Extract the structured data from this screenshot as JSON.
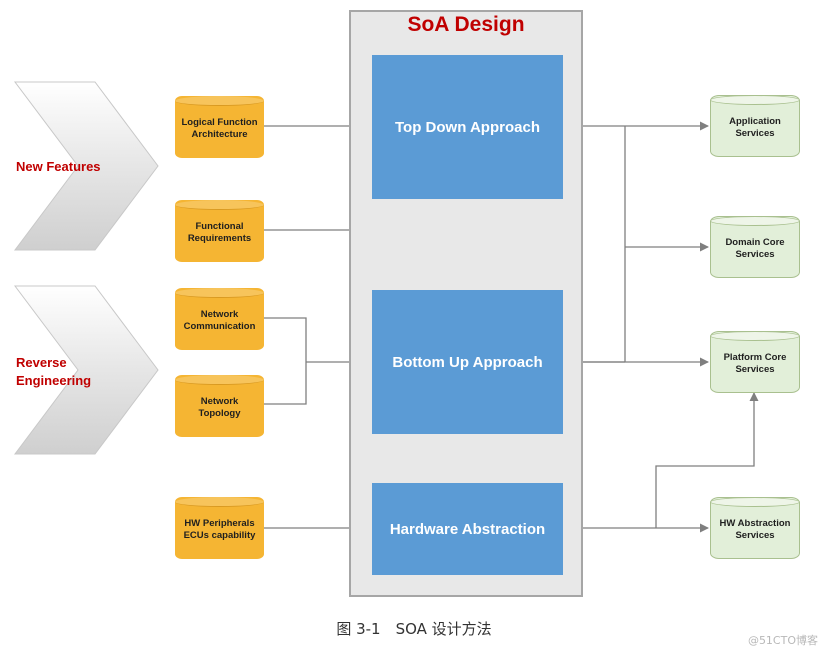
{
  "panel": {
    "title": "SoA Design"
  },
  "approaches": {
    "top_down": "Top Down Approach",
    "bottom_up": "Bottom Up Approach",
    "hardware": "Hardware Abstraction"
  },
  "chevrons": {
    "new_features": "New Features",
    "reverse_line1": "Reverse",
    "reverse_line2": "Engineering"
  },
  "inputs": {
    "logical_l1": "Logical Function",
    "logical_l2": "Architecture",
    "functional_l1": "Functional",
    "functional_l2": "Requirements",
    "netcomm_l1": "Network",
    "netcomm_l2": "Communication",
    "nettopo_l1": "Network",
    "nettopo_l2": "Topology",
    "hwperiph_l1": "HW Peripherals",
    "hwperiph_l2": "ECUs capability"
  },
  "services": {
    "app_l1": "Application",
    "app_l2": "Services",
    "domain_l1": "Domain Core",
    "domain_l2": "Services",
    "platform_l1": "Platform Core",
    "platform_l2": "Services",
    "hw_l1": "HW Abstraction",
    "hw_l2": "Services"
  },
  "caption": "图 3-1　SOA 设计方法",
  "watermark": "@51CTO博客",
  "colors": {
    "accent_red": "#c00000",
    "box_blue": "#5b9bd5",
    "input_orange": "#f5b533",
    "service_green": "#e2efd9",
    "connector": "#7f7f7f"
  }
}
